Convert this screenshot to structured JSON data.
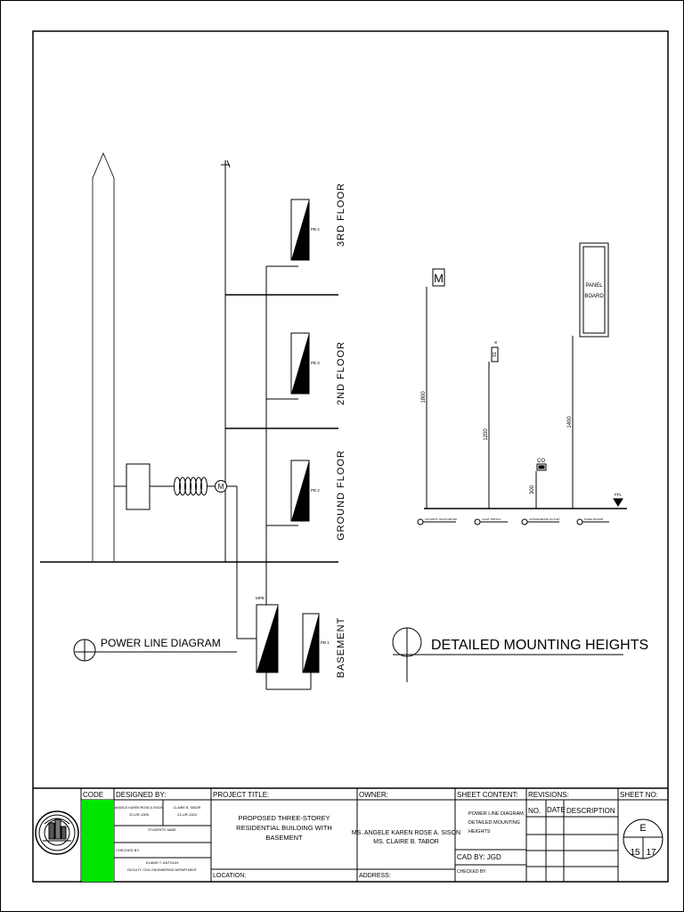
{
  "power_line_diagram": {
    "title": "POWER LINE DIAGRAM",
    "floors": {
      "third": "3RD FLOOR",
      "second": "2ND FLOOR",
      "ground": "GROUND FLOOR",
      "basement": "BASEMENT"
    },
    "panels": {
      "pb4": "PB 4",
      "pb3": "PB 3",
      "pb2": "PB 2",
      "pb1": "PB 1",
      "mpb": "MPB"
    },
    "meter_letter": "M"
  },
  "mounting_heights": {
    "title": "DETAILED MOUNTING HEIGHTS",
    "meter_letter": "M",
    "panel_board_label": [
      "PANEL",
      "BOARD"
    ],
    "switch_marks": [
      "S1",
      "a"
    ],
    "outlet_mark": "CO",
    "dims": {
      "meter": "1800",
      "switch": "1200",
      "outlet": "300",
      "panel": "1400"
    },
    "floor_level": "FFL",
    "legend": {
      "meter": "KILOWATT HOUR METER",
      "switch": "LIGHT SWITCH",
      "outlet": "CONVENIENCE OUTLET",
      "panel": "PANEL BOARD"
    }
  },
  "title_block": {
    "code_label": "CODE",
    "designed_by_label": "DESIGNED BY:",
    "designer1_name": "ANGELE KAREN ROSE A.SISON",
    "designer1_id": "20-UR-1305",
    "designer2_name": "CLAIRE B. TABOR",
    "designer2_id": "21-UR-1324",
    "students_name_label": "STUDENTS' NAME",
    "checked_by_label": "CHECKED BY:",
    "checker_name": "ELMAR T. ANTOLIN",
    "checker_dept": "FACULTY, CIVIL ENGINEERING DEPARTMENT",
    "project_title_label": "PROJECT TITLE:",
    "project_title": [
      "PROPOSED THREE-STOREY",
      "RESIDENTIAL BUILDING WITH",
      "BASEMENT"
    ],
    "location_label": "LOCATION:",
    "owner_label": "OWNER:",
    "owner": [
      "MS. ANGELE KAREN ROSE A. SISON",
      "MS. CLAIRE B. TABOR"
    ],
    "address_label": "ADDRESS:",
    "sheet_content_label": "SHEET CONTENT:",
    "sheet_content": [
      "POWER LINE DIAGRAM,",
      "DETAILED MOUNTING",
      "HEIGHTS"
    ],
    "cad_by": "CAD BY: JGD",
    "checked_by2_label": "CHECKED BY:",
    "revisions_label": "REVISIONS:",
    "rev_no": "NO.",
    "rev_date": "DATE",
    "rev_desc": "DESCRIPTION",
    "sheet_no_label": "SHEET NO:",
    "sheet_letter": "E",
    "sheet_num": "15",
    "sheet_total": "17",
    "code_color": "#00e600"
  }
}
